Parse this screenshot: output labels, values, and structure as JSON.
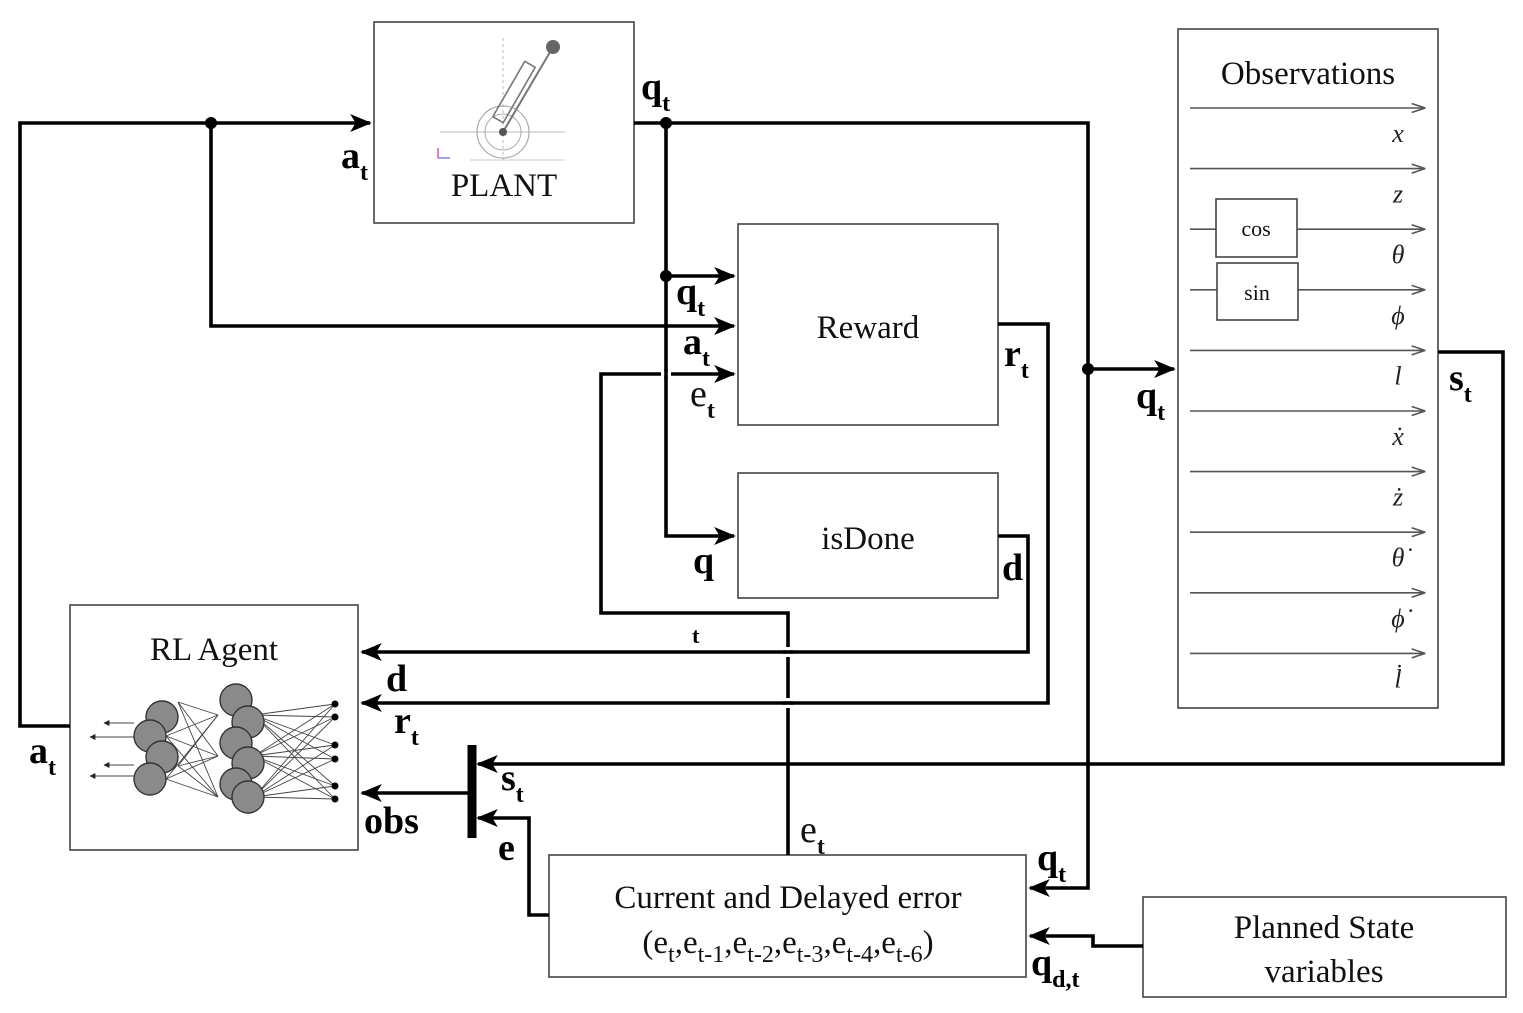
{
  "blocks": {
    "plant": "PLANT",
    "reward": "Reward",
    "isdone": "isDone",
    "rl_agent": "RL Agent",
    "error_title": "Current and Delayed error",
    "error_open": "(e",
    "error_subs": [
      "t",
      "t-1",
      "t-2",
      "t-3",
      "t-4",
      "t-6"
    ],
    "error_close": ")",
    "planned_line1": "Planned State",
    "planned_line2": "variables",
    "observations": "Observations",
    "cos": "cos",
    "sin": "sin"
  },
  "observation_outputs": [
    "x",
    "z",
    "θ",
    "ϕ",
    "l",
    "ẋ",
    "ż",
    "θ̇",
    "ϕ̇",
    "l̇"
  ],
  "signals": {
    "a_plant": {
      "base": "a",
      "sub": "t"
    },
    "a_reward": {
      "base": "a",
      "sub": "t"
    },
    "a_agent": {
      "base": "a",
      "sub": "t"
    },
    "q_plant": {
      "base": "q",
      "sub": "t"
    },
    "q_reward": {
      "base": "q",
      "sub": "t"
    },
    "q_obs": {
      "base": "q",
      "sub": "t"
    },
    "q_error": {
      "base": "q",
      "sub": "t"
    },
    "q_isdone": {
      "base": "q"
    },
    "e_reward": {
      "base": "e",
      "sub": "t"
    },
    "e_error_out": {
      "base": "e",
      "sub": "t"
    },
    "e_obs": {
      "base": "e"
    },
    "r_reward": {
      "base": "r",
      "sub": "t"
    },
    "r_agent": {
      "base": "r",
      "sub": "t"
    },
    "d_isdone": {
      "base": "d"
    },
    "d_agent": {
      "base": "d"
    },
    "t_mark": {
      "base": "t"
    },
    "s_obs": {
      "base": "s",
      "sub": "t"
    },
    "s_mux": {
      "base": "s",
      "sub": "t"
    },
    "obs_agent": {
      "base": "obs"
    },
    "q_planned": {
      "base": "q",
      "sub": "d,t"
    }
  }
}
